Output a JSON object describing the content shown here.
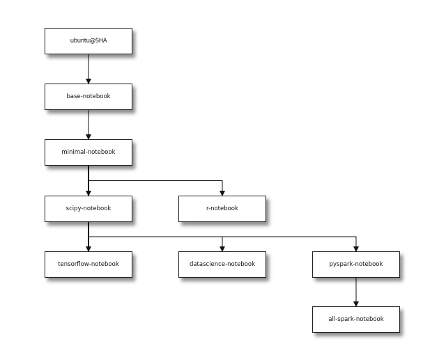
{
  "nodes": {
    "ubuntu": "ubuntu@SHA",
    "base": "base-notebook",
    "minimal": "minimal-notebook",
    "scipy": "scipy-notebook",
    "r": "r-notebook",
    "tensorflow": "tensorflow-notebook",
    "datascience": "datascience-notebook",
    "pyspark": "pyspark-notebook",
    "allspark": "all-spark-notebook"
  },
  "edges": [
    [
      "ubuntu",
      "base"
    ],
    [
      "base",
      "minimal"
    ],
    [
      "minimal",
      "scipy"
    ],
    [
      "minimal",
      "r"
    ],
    [
      "scipy",
      "tensorflow"
    ],
    [
      "scipy",
      "datascience"
    ],
    [
      "scipy",
      "pyspark"
    ],
    [
      "pyspark",
      "allspark"
    ]
  ],
  "colors": {
    "line": "#111111",
    "box_border": "#222222",
    "box_fill": "#ffffff"
  }
}
